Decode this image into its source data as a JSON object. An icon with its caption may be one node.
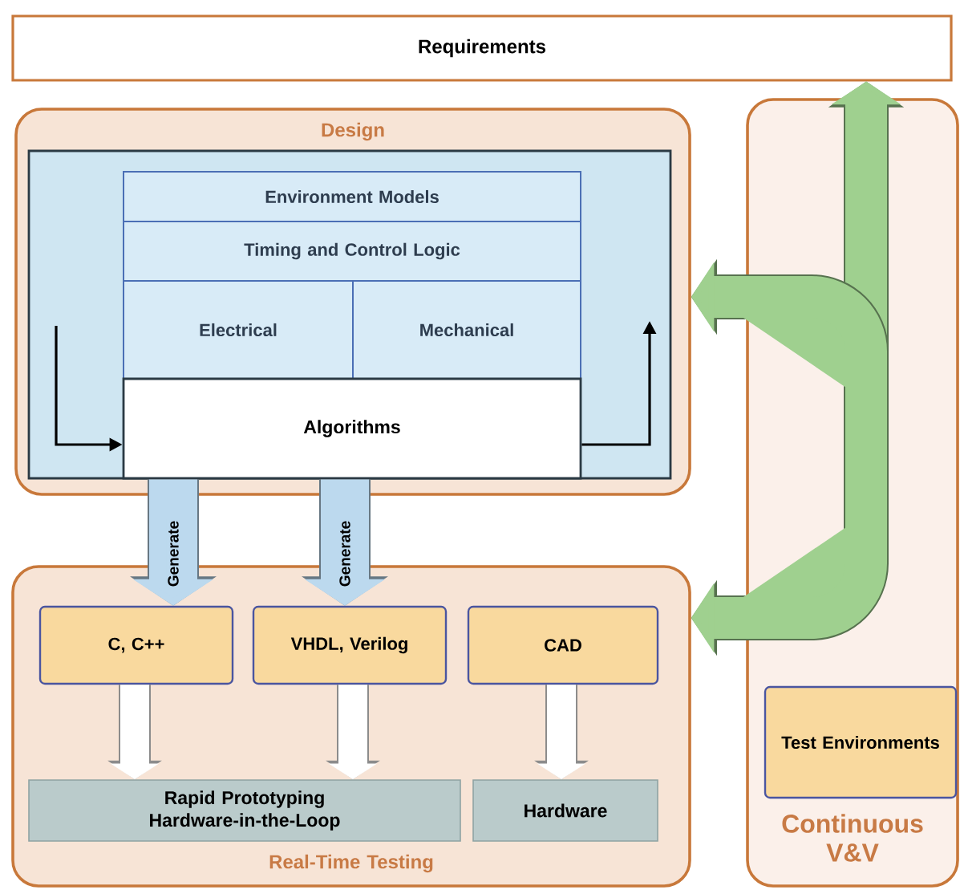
{
  "diagram": {
    "nodes": [
      {
        "text": [
          "Requirements"
        ]
      },
      {
        "text": [
          "Design"
        ]
      },
      {
        "text": [],
        "shape": "box",
        "in": 1
      },
      {
        "text": [
          "Environment Models"
        ],
        "in": 2
      },
      {
        "text": [
          "Timing and Control Logic"
        ],
        "in": 2
      },
      {
        "text": [
          "Electrical"
        ],
        "in": 2
      },
      {
        "text": [
          "Mechanical"
        ],
        "in": 2
      },
      {
        "text": [
          "Algorithms"
        ],
        "in": 2
      },
      {
        "text": [
          "Real-Time Testing"
        ]
      },
      {
        "text": [
          "C, C++"
        ],
        "in": 8
      },
      {
        "text": [
          "VHDL, Verilog"
        ],
        "in": 8
      },
      {
        "text": [
          "CAD"
        ],
        "in": 8
      },
      {
        "text": [
          "Rapid Prototyping Hardware-in-the-Loop"
        ],
        "in": 8
      },
      {
        "text": [
          "Hardware"
        ],
        "in": 8
      },
      {
        "text": [
          "Continuous V&V"
        ]
      },
      {
        "text": [
          "Test Environments"
        ],
        "in": 14
      }
    ],
    "edges": [
      {
        "from": 7,
        "to": 9,
        "arrow": "to",
        "label": "Generate",
        "color": "#bcd9ee"
      },
      {
        "from": 7,
        "to": 10,
        "arrow": "to",
        "label": "Generate",
        "color": "#bcd9ee"
      },
      {
        "from": 9,
        "to": 12,
        "arrow": "to",
        "color": "#ffffff"
      },
      {
        "from": 10,
        "to": 12,
        "arrow": "to",
        "color": "#ffffff"
      },
      {
        "from": 11,
        "to": 13,
        "arrow": "to",
        "color": "#ffffff"
      },
      {
        "from": null,
        "to": 7,
        "arrow": "to",
        "color": "#000000"
      },
      {
        "from": 7,
        "to": null,
        "arrow": "to",
        "color": "#000000"
      },
      {
        "from": null,
        "to": 0,
        "arrow": "to",
        "color": "#9fd08f"
      },
      {
        "from": null,
        "to": 1,
        "arrow": "to",
        "color": "#9fd08f"
      },
      {
        "from": null,
        "to": 8,
        "arrow": "to",
        "color": "#9fd08f"
      }
    ]
  }
}
